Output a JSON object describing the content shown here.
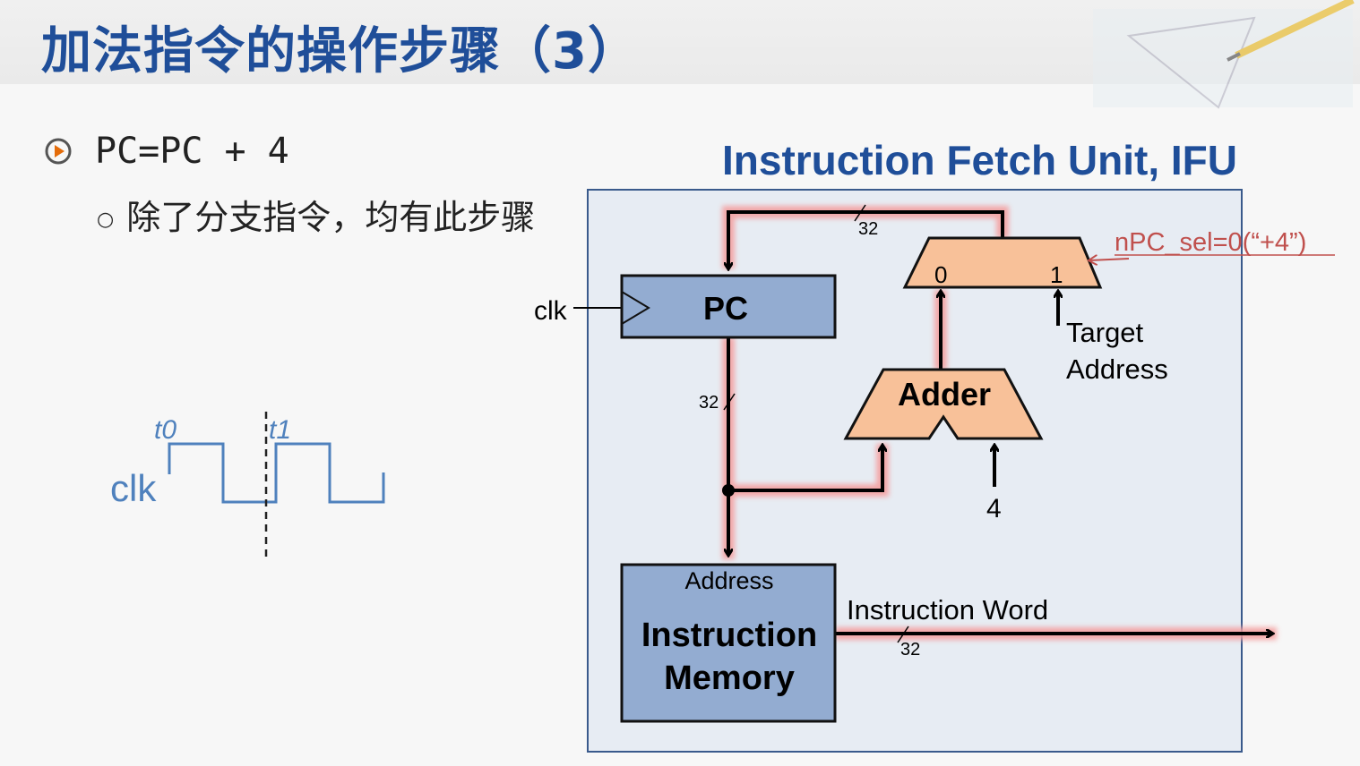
{
  "title": "加法指令的操作步骤（3）",
  "bullets": {
    "main": "PC=PC + 4",
    "sub": "除了分支指令，均有此步骤"
  },
  "diagram": {
    "heading": "Instruction Fetch Unit, IFU",
    "pc_label": "PC",
    "clk_label": "clk",
    "adder_label": "Adder",
    "mux_in0": "0",
    "mux_in1": "1",
    "nPC_sel_label": "nPC_sel=0(“+4”)",
    "target_address_line1": "Target",
    "target_address_line2": "Address",
    "const_four": "4",
    "bus_width_top": "32",
    "bus_width_pc": "32",
    "bus_width_instr": "32",
    "imem_address": "Address",
    "imem_line1": "Instruction",
    "imem_line2": "Memory",
    "instruction_word": "Instruction Word"
  },
  "timing": {
    "clk_label": "clk",
    "t0_label": "t0",
    "t1_label": "t1"
  },
  "colors": {
    "title": "#1f4e99",
    "box_fill": "#93acd1",
    "adder_fill": "#f8c199",
    "highlight_glow": "#f5a0a0",
    "ifu_bg": "#e7ecf3",
    "note_red": "#c0504d",
    "clock_wave": "#4f81bd"
  }
}
